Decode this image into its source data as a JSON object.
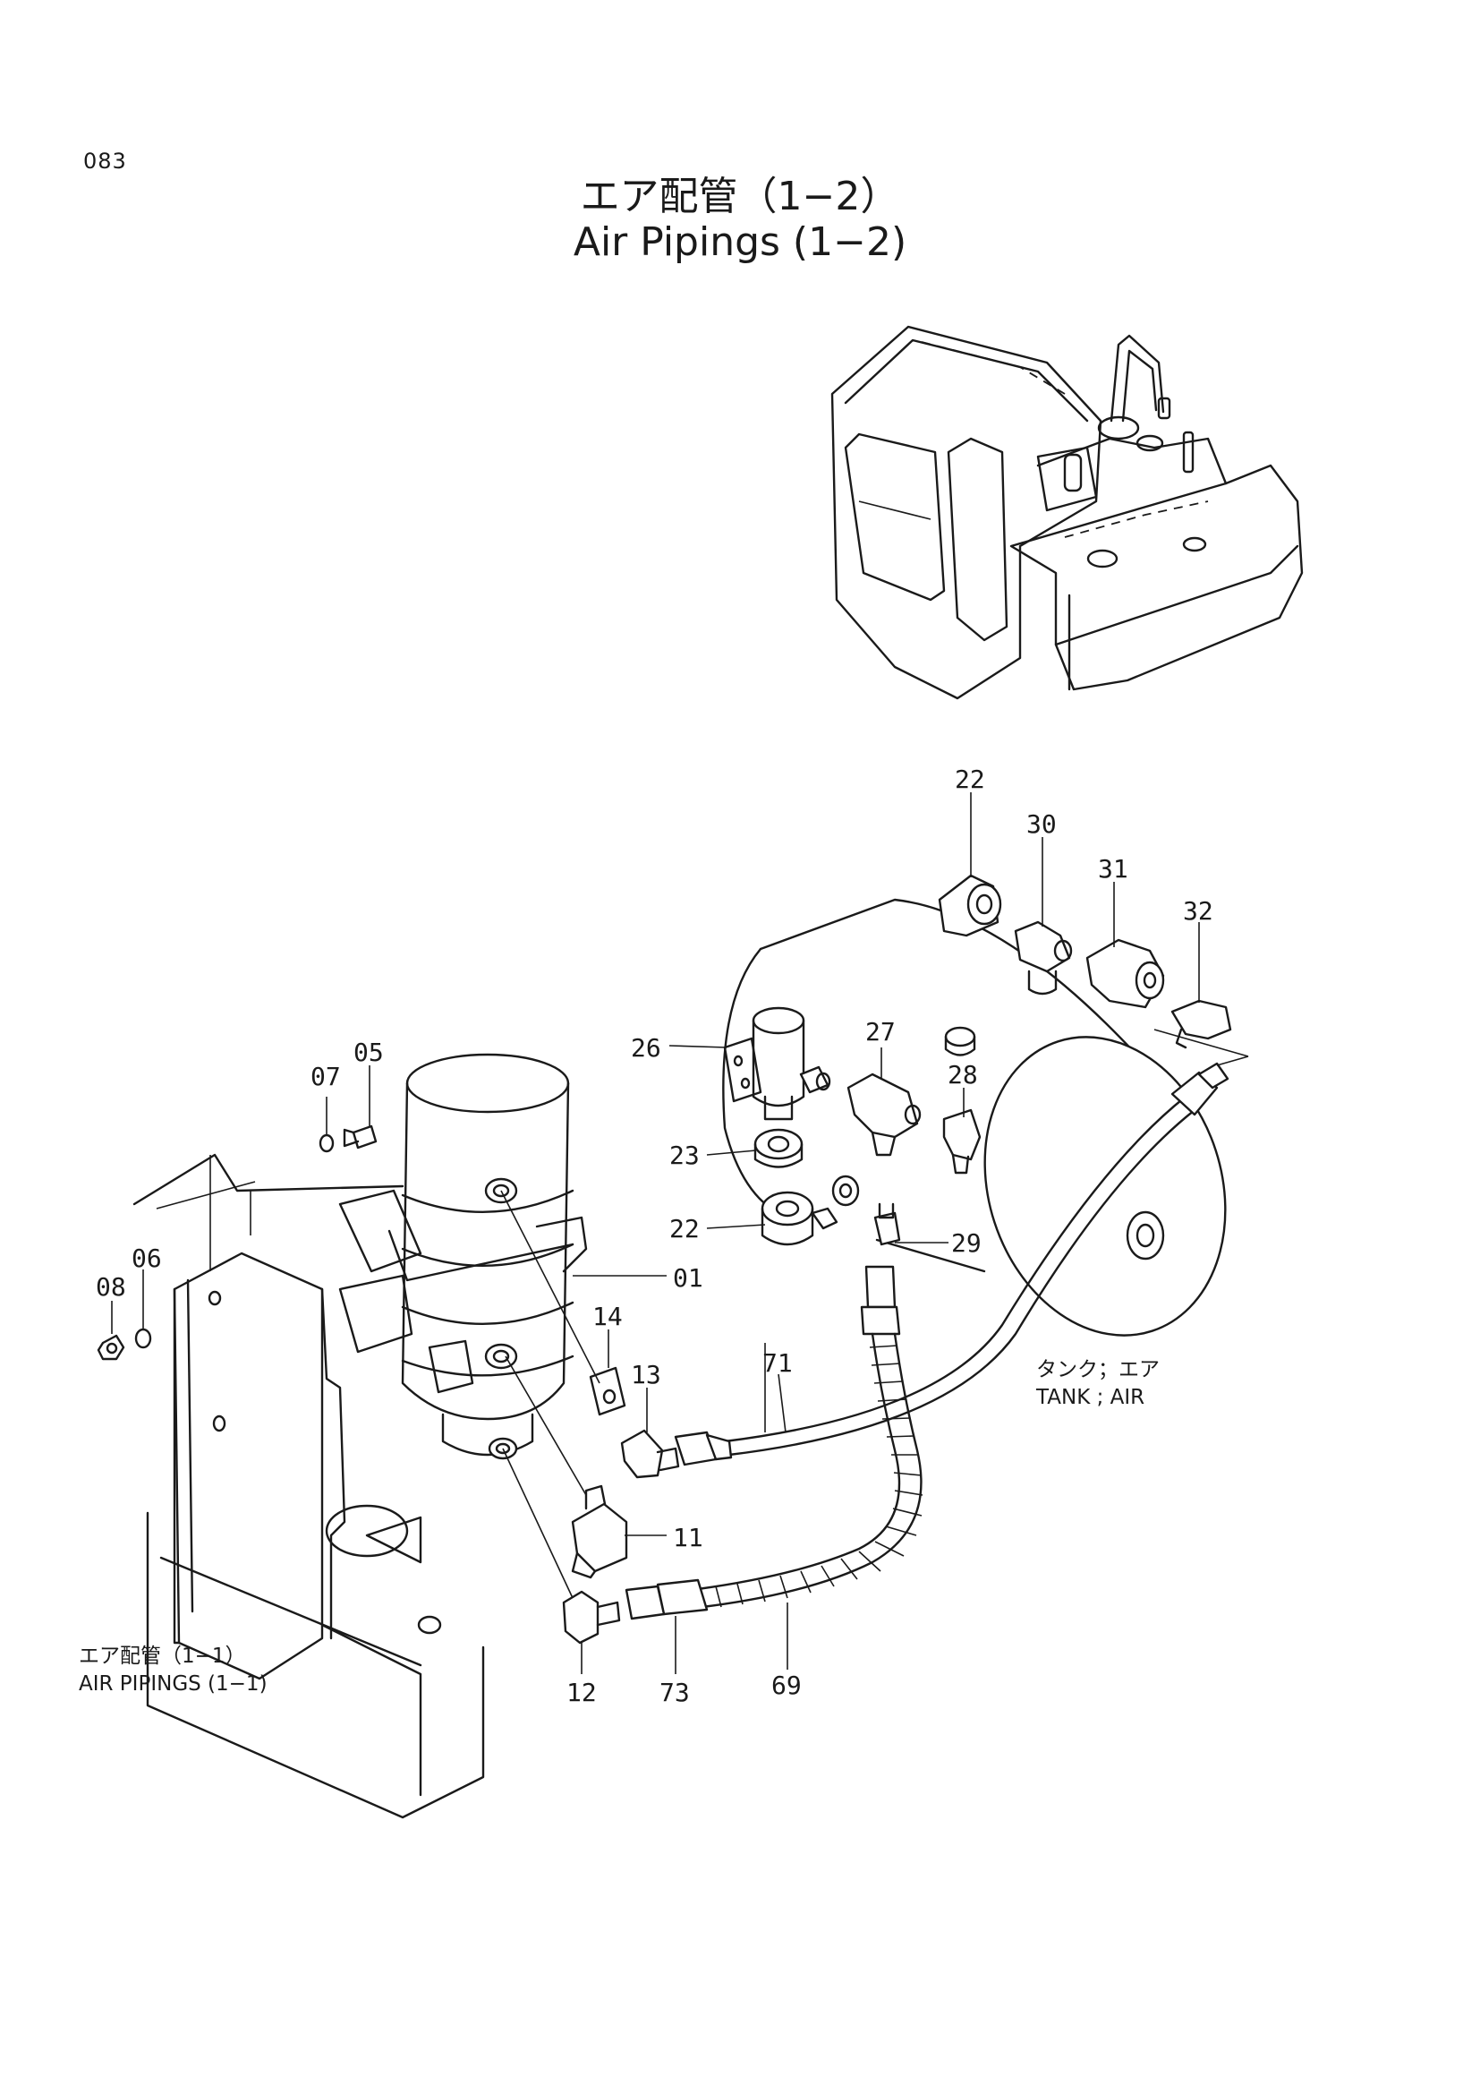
{
  "page": {
    "number": "083",
    "title_ja": "エア配管（1−2）",
    "title_en": "Air Pipings (1−2)"
  },
  "notes": {
    "tank_ja": "タンク；エア",
    "tank_en": "TANK ; AIR",
    "ref_ja": "エア配管（1−1）",
    "ref_en": "AIR PIPINGS (1−1)"
  },
  "callouts": {
    "c22a": "22",
    "c30": "30",
    "c31": "31",
    "c32": "32",
    "c26": "26",
    "c27": "27",
    "c28": "28",
    "c23": "23",
    "c22b": "22",
    "c29": "29",
    "c05": "05",
    "c07": "07",
    "c06": "06",
    "c08": "08",
    "c01": "01",
    "c14": "14",
    "c13": "13",
    "c71": "71",
    "c11": "11",
    "c12": "12",
    "c73": "73",
    "c69": "69"
  }
}
